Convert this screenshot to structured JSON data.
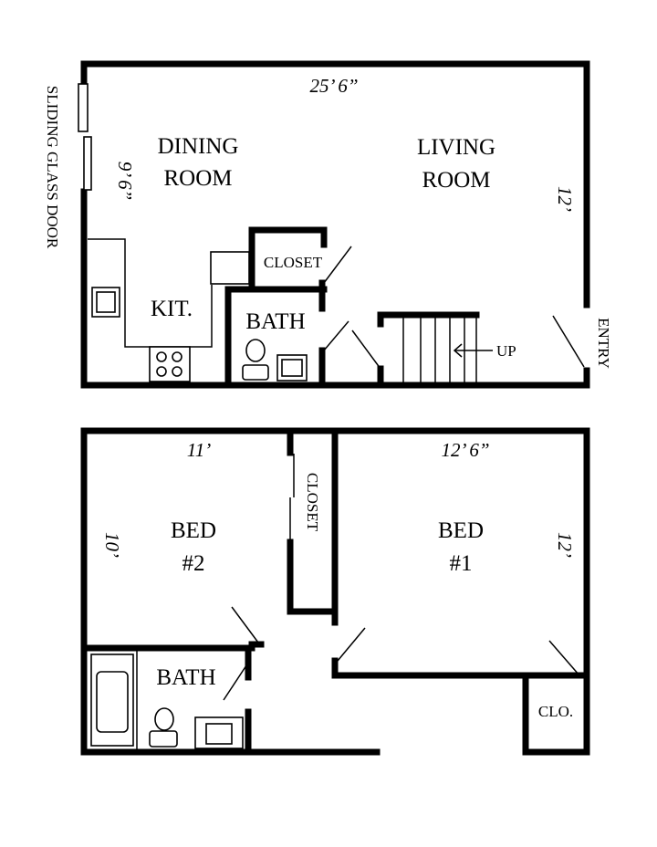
{
  "rooms": {
    "dining_line1": "DINING",
    "dining_line2": "ROOM",
    "living_line1": "LIVING",
    "living_line2": "ROOM",
    "kitchen": "KIT.",
    "bath_upper": "BATH",
    "closet_upper": "CLOSET",
    "bed2_line1": "BED",
    "bed2_line2": "#2",
    "bed1_line1": "BED",
    "bed1_line2": "#1",
    "closet_lower": "CLOSET",
    "bath_lower": "BATH",
    "closet_small": "CLO."
  },
  "dimensions": {
    "upper_width": "25’ 6”",
    "dining_depth": "9’ 6”",
    "living_depth": "12’",
    "bed2_width": "11’",
    "bed2_depth": "10’",
    "bed1_width": "12’ 6”",
    "bed1_depth": "12’"
  },
  "labels": {
    "sliding_door": "SLIDING GLASS DOOR",
    "entry": "ENTRY",
    "stairs_up": "UP"
  }
}
